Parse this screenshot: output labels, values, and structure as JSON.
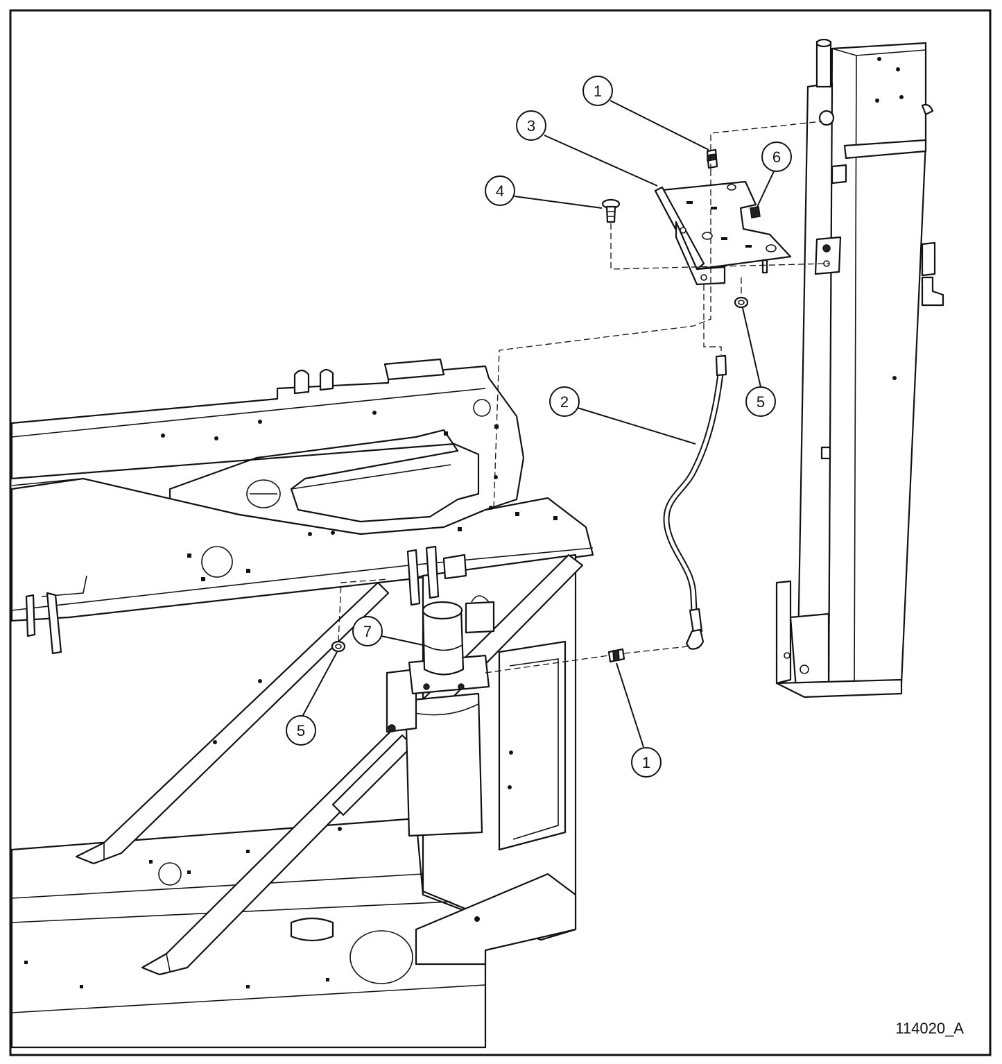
{
  "figure_id": "114020_A",
  "callouts": [
    {
      "id": "c1-top",
      "label": "1"
    },
    {
      "id": "c1-bottom",
      "label": "1"
    },
    {
      "id": "c2",
      "label": "2"
    },
    {
      "id": "c3",
      "label": "3"
    },
    {
      "id": "c4",
      "label": "4"
    },
    {
      "id": "c5-right",
      "label": "5"
    },
    {
      "id": "c5-left",
      "label": "5"
    },
    {
      "id": "c6",
      "label": "6"
    },
    {
      "id": "c7",
      "label": "7"
    }
  ]
}
